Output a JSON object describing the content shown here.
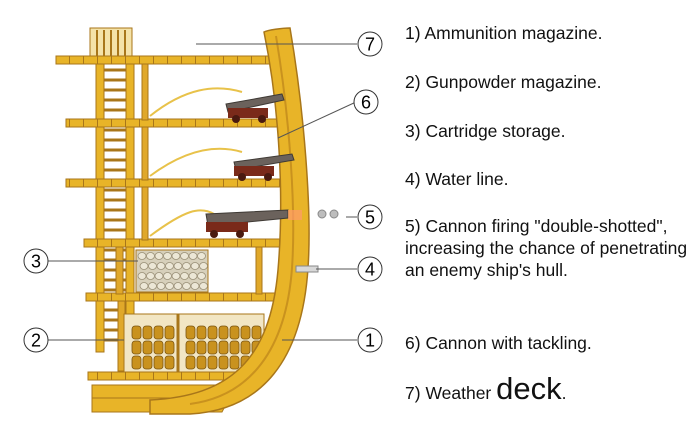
{
  "callouts": [
    "1",
    "2",
    "3",
    "4",
    "5",
    "6",
    "7"
  ],
  "legend": [
    {
      "num": "1)",
      "text": "Ammunition magazine."
    },
    {
      "num": "2)",
      "text": "Gunpowder magazine."
    },
    {
      "num": "3)",
      "text": "Cartridge storage."
    },
    {
      "num": "4)",
      "text": "Water line."
    },
    {
      "num": "5)",
      "text": "Cannon firing \"double-shotted\", increasing the chance of penetrating an enemy ship's hull."
    },
    {
      "num": "6)",
      "text": "Cannon with tackling."
    },
    {
      "num": "7)",
      "prefix": "Weather ",
      "big": "deck",
      "suffix": "."
    }
  ],
  "colors": {
    "wood": "#e8b428",
    "wood_dark": "#a8761a",
    "wood_shadow": "#c9921e",
    "cannon": "#6b625c",
    "carriage": "#7a2a1a",
    "powder_fill": "#d7d0bb",
    "line": "#555555"
  }
}
